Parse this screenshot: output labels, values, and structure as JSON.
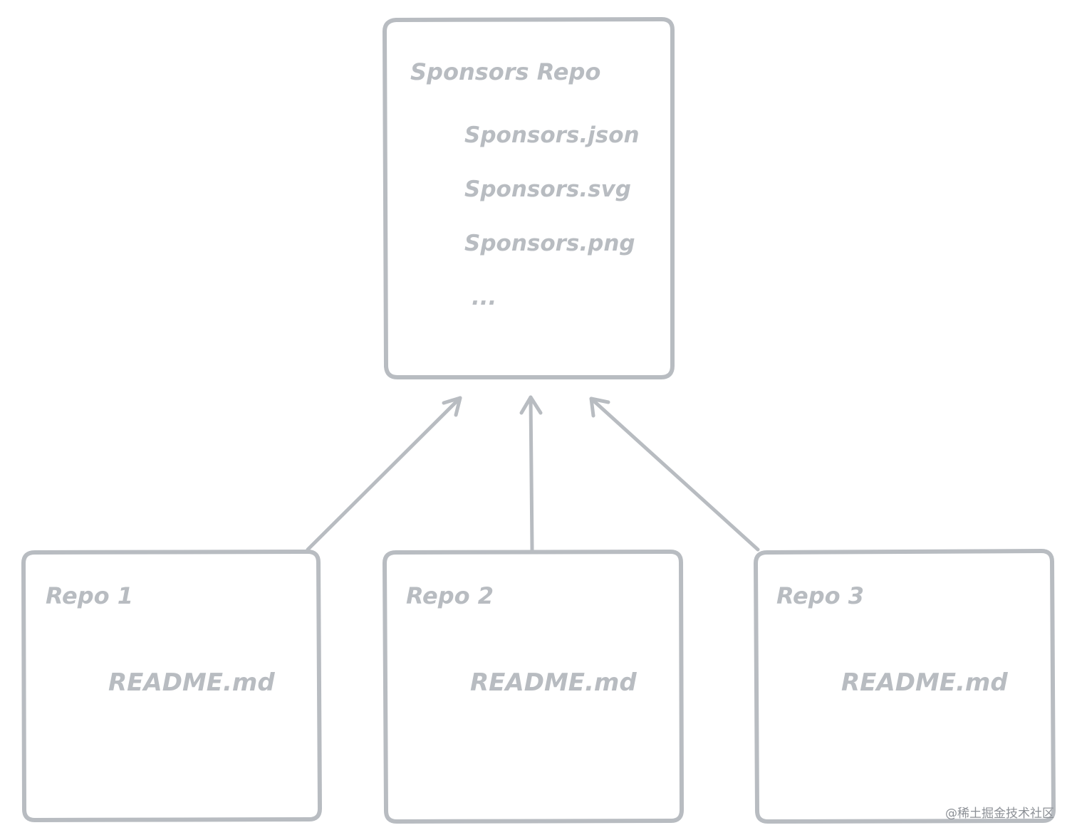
{
  "diagram": {
    "sponsors_repo": {
      "title": "Sponsors Repo",
      "files": [
        "Sponsors.json",
        "Sponsors.svg",
        "Sponsors.png",
        "..."
      ]
    },
    "repos": [
      {
        "title": "Repo 1",
        "file": "README.md"
      },
      {
        "title": "Repo 2",
        "file": "README.md"
      },
      {
        "title": "Repo 3",
        "file": "README.md"
      }
    ]
  },
  "watermark": "@稀土掘金技术社区",
  "colors": {
    "stroke": "#b8bcc1",
    "text": "#b8bcc1",
    "background": "#ffffff",
    "watermark": "#8c9096"
  }
}
